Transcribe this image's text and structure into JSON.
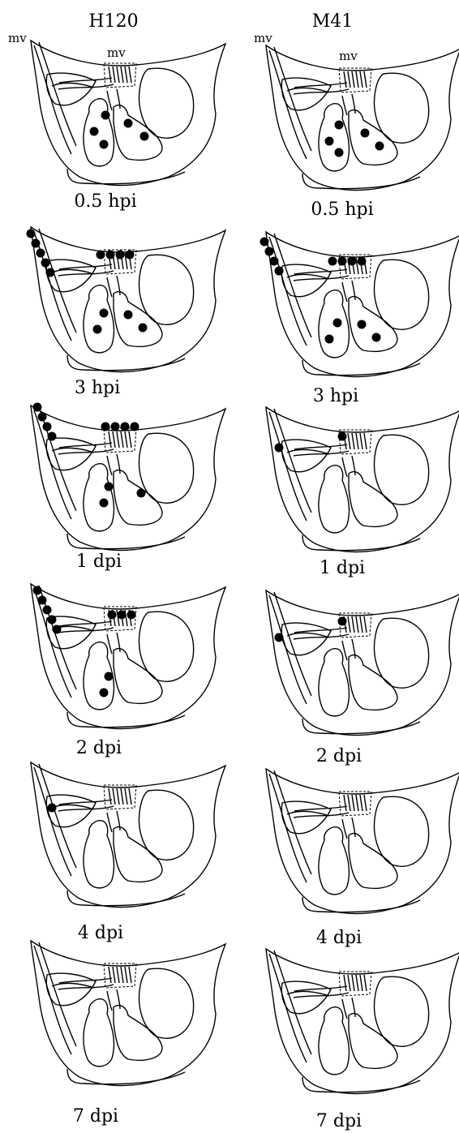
{
  "columns": [
    {
      "title": "H120"
    },
    {
      "title": "M41"
    }
  ],
  "mv_label": "mv",
  "rows": [
    {
      "left_caption": "0.5 hpi",
      "right_caption": "0.5 hpi"
    },
    {
      "left_caption": "3 hpi",
      "right_caption": "3 hpi"
    },
    {
      "left_caption": "1 dpi",
      "right_caption": "1 dpi"
    },
    {
      "left_caption": "2 dpi",
      "right_caption": "2 dpi"
    },
    {
      "left_caption": "4 dpi",
      "right_caption": "4 dpi"
    },
    {
      "left_caption": "7 dpi",
      "right_caption": "7 dpi"
    }
  ]
}
